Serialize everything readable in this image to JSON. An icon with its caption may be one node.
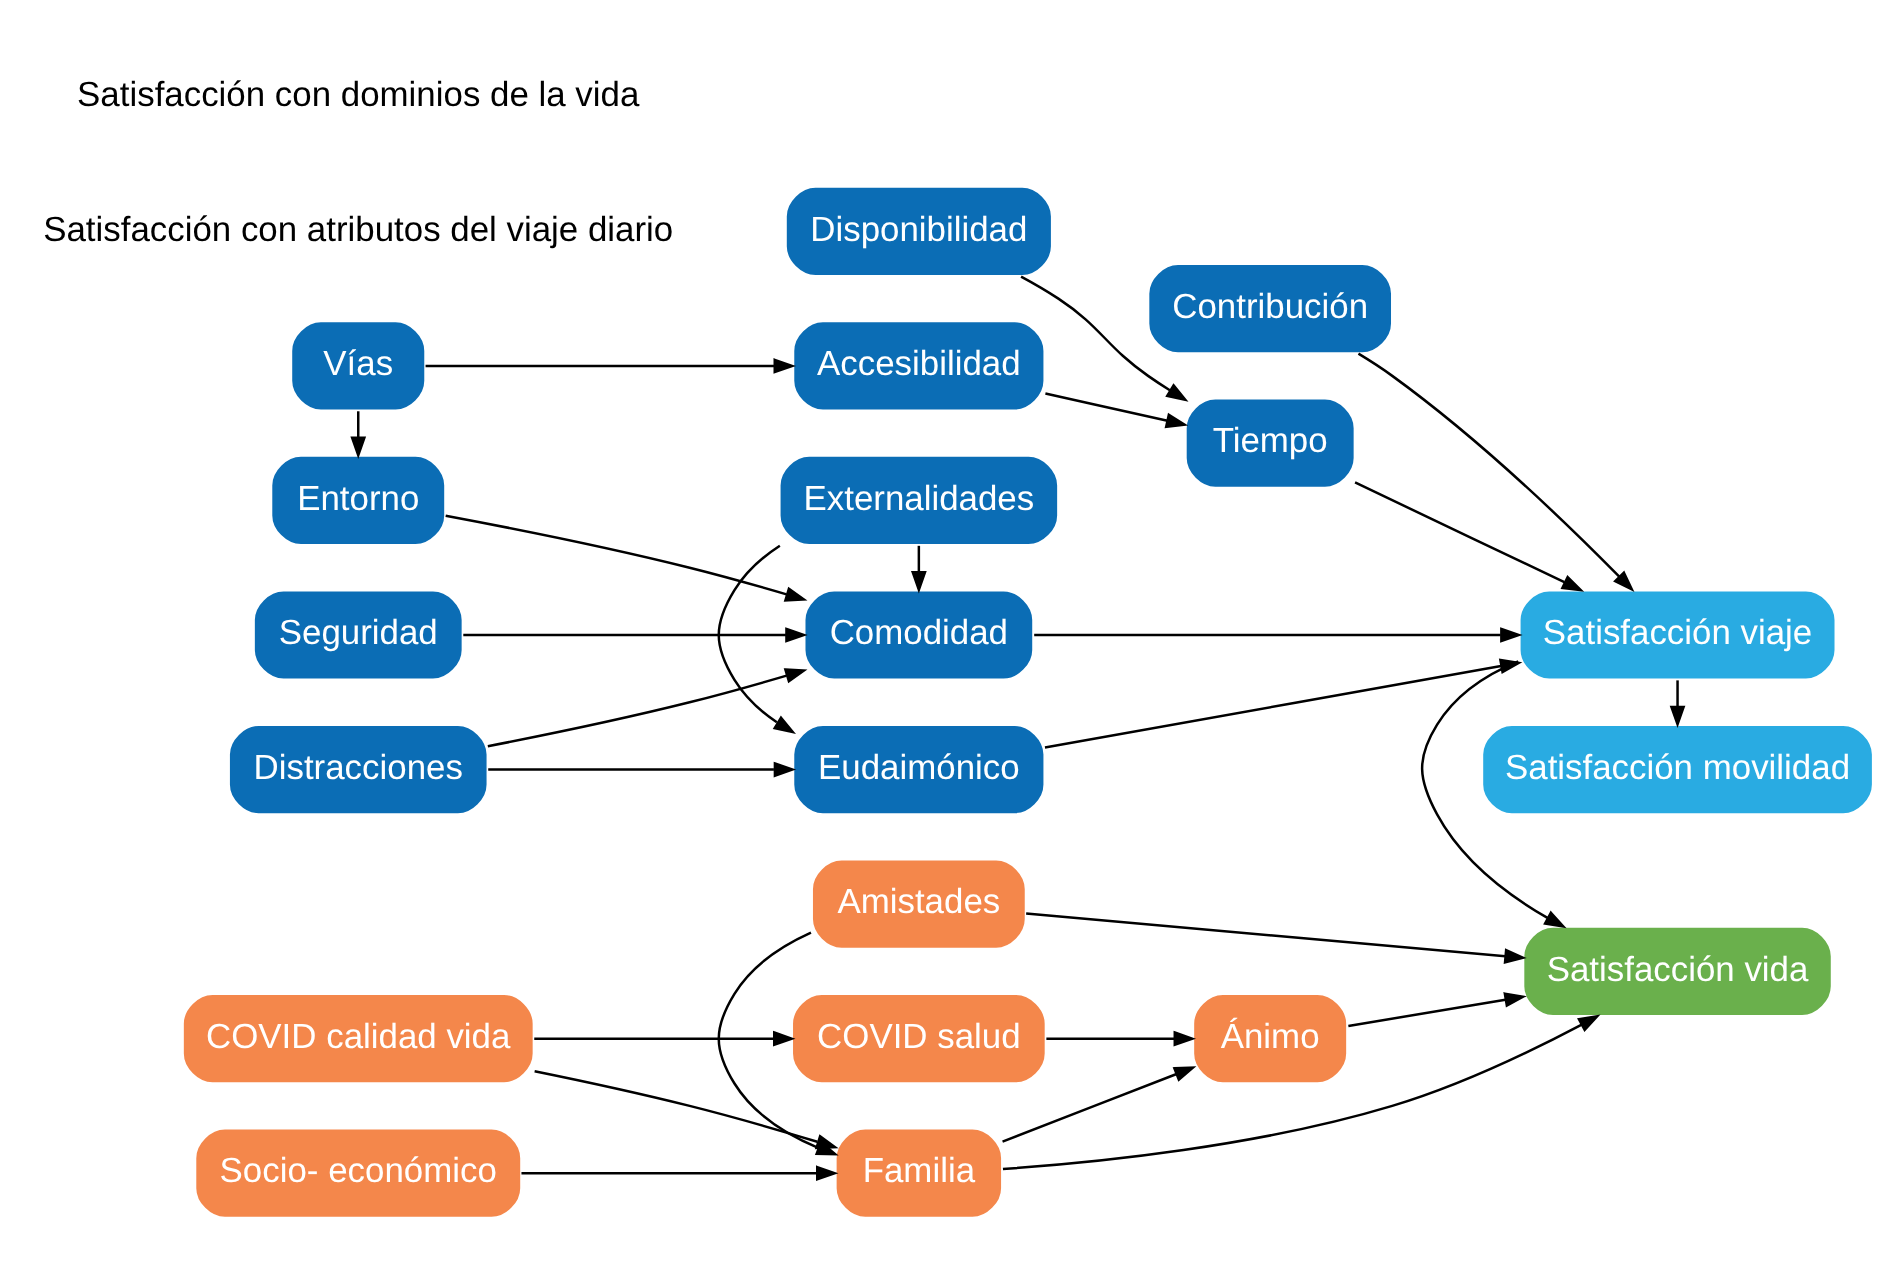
{
  "diagram": {
    "nodes": [
      {
        "text": [
          "Eudaimónico"
        ]
      },
      {
        "text": [
          "Contribución"
        ]
      },
      {
        "text": [
          "Satisfacción movilidad"
        ]
      },
      {
        "text": [
          "Distracciones"
        ]
      },
      {
        "text": [
          "Externalidades"
        ]
      },
      {
        "text": [
          "Seguridad"
        ]
      },
      {
        "text": [
          "Comodidad"
        ]
      },
      {
        "text": [
          "Satisfacción viaje"
        ]
      },
      {
        "text": [
          "Entorno"
        ]
      },
      {
        "text": [
          "Accesibilidad"
        ]
      },
      {
        "text": [
          "Tiempo"
        ]
      },
      {
        "text": [
          "Vías"
        ]
      },
      {
        "text": [
          "Disponibilidad"
        ]
      },
      {
        "text": [
          "Amistades"
        ]
      },
      {
        "text": [
          "Socio- económico"
        ]
      },
      {
        "text": [
          "Familia"
        ]
      },
      {
        "text": [
          "Satisfacción vida"
        ]
      },
      {
        "text": [
          "COVID calidad vida"
        ]
      },
      {
        "text": [
          "COVID salud"
        ]
      },
      {
        "text": [
          "Ánimo"
        ]
      }
    ],
    "edges": [
      {
        "from": 3,
        "to": 0,
        "arrow": "to"
      },
      {
        "from": 4,
        "to": 0,
        "arrow": "to"
      },
      {
        "from": 0,
        "to": 7,
        "arrow": "to"
      },
      {
        "from": 1,
        "to": 7,
        "arrow": "to"
      },
      {
        "from": 3,
        "to": 6,
        "arrow": "to"
      },
      {
        "from": 4,
        "to": 6,
        "arrow": "to"
      },
      {
        "from": 5,
        "to": 6,
        "arrow": "to"
      },
      {
        "from": 8,
        "to": 6,
        "arrow": "to"
      },
      {
        "from": 6,
        "to": 7,
        "arrow": "to"
      },
      {
        "from": 11,
        "to": 8,
        "arrow": "to"
      },
      {
        "from": 11,
        "to": 9,
        "arrow": "to"
      },
      {
        "from": 9,
        "to": 10,
        "arrow": "to"
      },
      {
        "from": 12,
        "to": 10,
        "arrow": "to"
      },
      {
        "from": 10,
        "to": 7,
        "arrow": "to"
      },
      {
        "from": 7,
        "to": 2,
        "arrow": "to"
      },
      {
        "from": 7,
        "to": 16,
        "arrow": "to"
      },
      {
        "from": 13,
        "to": 15,
        "arrow": "to"
      },
      {
        "from": 13,
        "to": 16,
        "arrow": "to"
      },
      {
        "from": 14,
        "to": 15,
        "arrow": "to"
      },
      {
        "from": 15,
        "to": 16,
        "arrow": "to"
      },
      {
        "from": 15,
        "to": 19,
        "arrow": "to"
      },
      {
        "from": 17,
        "to": 15,
        "arrow": "to"
      },
      {
        "from": 17,
        "to": 18,
        "arrow": "to"
      },
      {
        "from": 18,
        "to": 19,
        "arrow": "to"
      },
      {
        "from": 19,
        "to": 16,
        "arrow": "to"
      }
    ],
    "labels": [
      "Satisfacción con atributos del viaje diario",
      "Satisfacción con dominios de la vida"
    ]
  }
}
